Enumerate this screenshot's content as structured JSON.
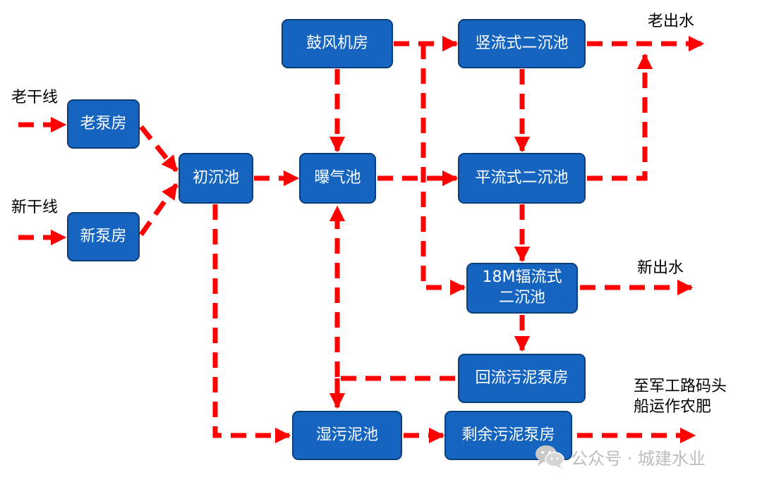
{
  "colors": {
    "box_fill": "#1565c0",
    "box_border": "#0b3f7a",
    "box_text": "#ffffff",
    "arrow": "#ff0000",
    "label_text": "#000000",
    "watermark": "#bdbdbd"
  },
  "nodes": {
    "blower_house": "鼓风机房",
    "vertical_clarifier": "竖流式二沉池",
    "old_pump_house": "老泵房",
    "primary_clarifier": "初沉池",
    "aeration_tank": "曝气池",
    "horizontal_clarifier": "平流式二沉池",
    "new_pump_house": "新泵房",
    "radial_clarifier_line1": "18M辐流式",
    "radial_clarifier_line2": "二沉池",
    "return_sludge_pump_house": "回流污泥泵房",
    "wet_sludge_tank": "湿污泥池",
    "excess_sludge_pump_house": "剩余污泥泵房"
  },
  "labels": {
    "old_trunk_line": "老干线",
    "new_trunk_line": "新干线",
    "old_effluent": "老出水",
    "new_effluent": "新出水",
    "sludge_destination_line1": "至军工路码头",
    "sludge_destination_line2": "船运作农肥"
  },
  "watermark": {
    "icon": "wechat-icon",
    "text": "公众号 · 城建水业"
  }
}
